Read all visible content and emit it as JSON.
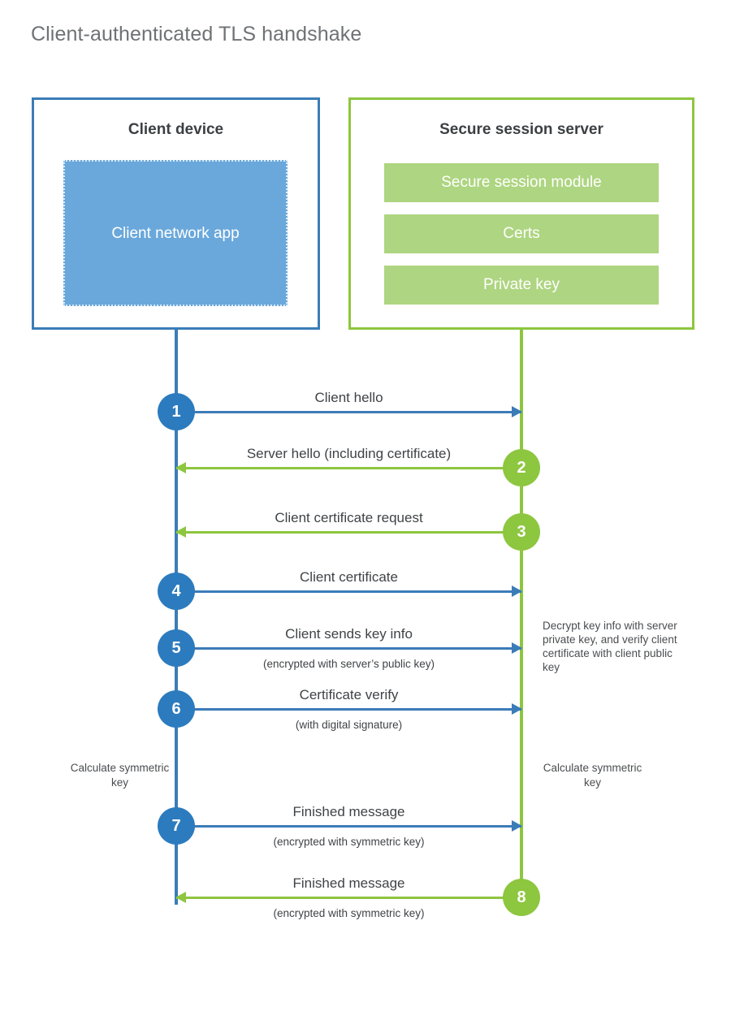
{
  "title": "Client-authenticated TLS handshake",
  "colors": {
    "client_blue": "#3b7cb8",
    "client_circle_blue": "#2c7bbe",
    "client_app_fill": "#6aa8db",
    "server_green": "#8dc63f",
    "server_bar_fill": "#aed581",
    "title_gray": "#6f7274",
    "text_dark": "#3f4346"
  },
  "client": {
    "title": "Client device",
    "app_label": "Client network app"
  },
  "server": {
    "title": "Secure session server",
    "components": [
      "Secure session module",
      "Certs",
      "Private key"
    ]
  },
  "notes": {
    "server_decrypt": "Decrypt key info with server private key, and verify client certificate with client public key",
    "client_calculate": "Calculate symmetric key",
    "server_calculate": "Calculate symmetric key"
  },
  "chart_data": {
    "type": "sequence-diagram",
    "title": "Client-authenticated TLS handshake",
    "actors": [
      "Client device",
      "Secure session server"
    ],
    "steps": [
      {
        "number": "1",
        "label": "Client hello",
        "sublabel": "",
        "direction": "client-to-server",
        "color": "#3b7cb8"
      },
      {
        "number": "2",
        "label": "Server hello (including certificate)",
        "sublabel": "",
        "direction": "server-to-client",
        "color": "#8dc63f"
      },
      {
        "number": "3",
        "label": "Client certificate request",
        "sublabel": "",
        "direction": "server-to-client",
        "color": "#8dc63f"
      },
      {
        "number": "4",
        "label": "Client certificate",
        "sublabel": "",
        "direction": "client-to-server",
        "color": "#3b7cb8"
      },
      {
        "number": "5",
        "label": "Client sends key info",
        "sublabel": "(encrypted with server’s public key)",
        "direction": "client-to-server",
        "color": "#3b7cb8"
      },
      {
        "number": "6",
        "label": "Certificate verify",
        "sublabel": "(with digital signature)",
        "direction": "client-to-server",
        "color": "#3b7cb8"
      },
      {
        "number": "7",
        "label": "Finished message",
        "sublabel": "(encrypted with symmetric key)",
        "direction": "client-to-server",
        "color": "#3b7cb8"
      },
      {
        "number": "8",
        "label": "Finished message",
        "sublabel": "(encrypted with symmetric key)",
        "direction": "server-to-client",
        "color": "#8dc63f"
      }
    ]
  }
}
